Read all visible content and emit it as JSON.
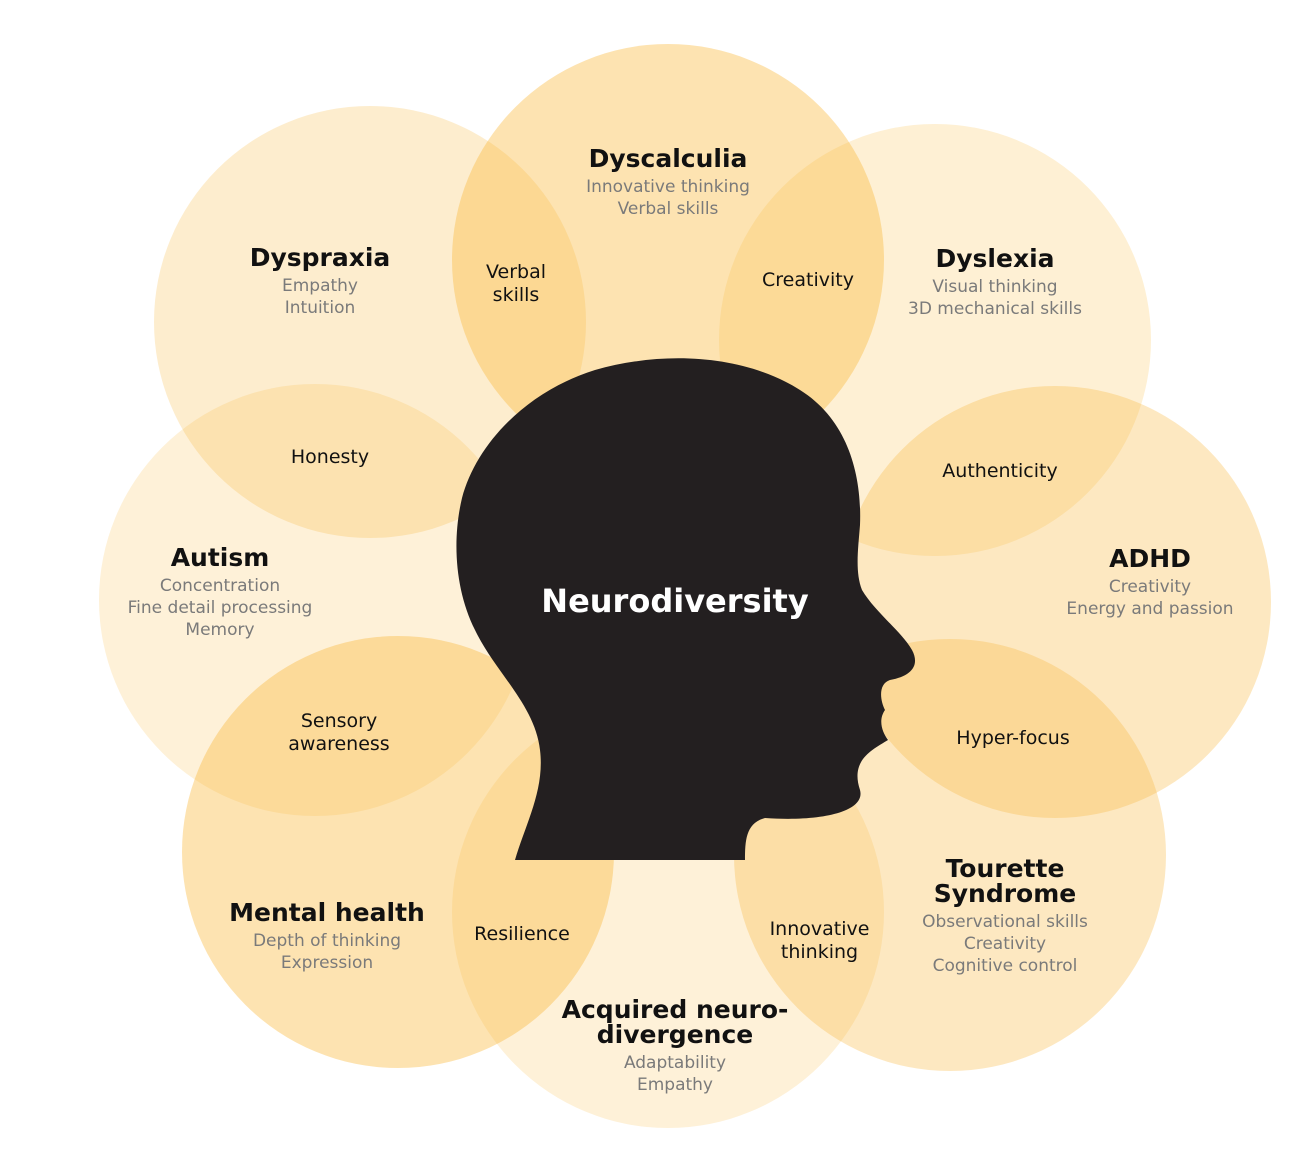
{
  "center": {
    "title": "Neurodiversity"
  },
  "colors": {
    "head": "#231f20",
    "circle_light": "#fde7b8",
    "circle_medium": "#fbd68f",
    "circle_dark": "#f8c062"
  },
  "conditions": [
    {
      "name": "Dyscalculia",
      "strengths": [
        "Innovative thinking",
        "Verbal skills"
      ]
    },
    {
      "name": "Dyslexia",
      "strengths": [
        "Visual thinking",
        "3D mechanical skills"
      ]
    },
    {
      "name": "ADHD",
      "strengths": [
        "Creativity",
        "Energy and passion"
      ]
    },
    {
      "name": "Tourette Syndrome",
      "strengths": [
        "Observational skills",
        "Creativity",
        "Cognitive control"
      ]
    },
    {
      "name": "Acquired neuro-divergence",
      "strengths": [
        "Adaptability",
        "Empathy"
      ]
    },
    {
      "name": "Mental health",
      "strengths": [
        "Depth of thinking",
        "Expression"
      ]
    },
    {
      "name": "Autism",
      "strengths": [
        "Concentration",
        "Fine detail processing",
        "Memory"
      ]
    },
    {
      "name": "Dyspraxia",
      "strengths": [
        "Empathy",
        "Intuition"
      ]
    }
  ],
  "overlaps": [
    {
      "label": "Verbal skills"
    },
    {
      "label": "Creativity"
    },
    {
      "label": "Authenticity"
    },
    {
      "label": "Hyper-focus"
    },
    {
      "label": "Innovative thinking"
    },
    {
      "label": "Resilience"
    },
    {
      "label": "Sensory awareness"
    },
    {
      "label": "Honesty"
    }
  ]
}
